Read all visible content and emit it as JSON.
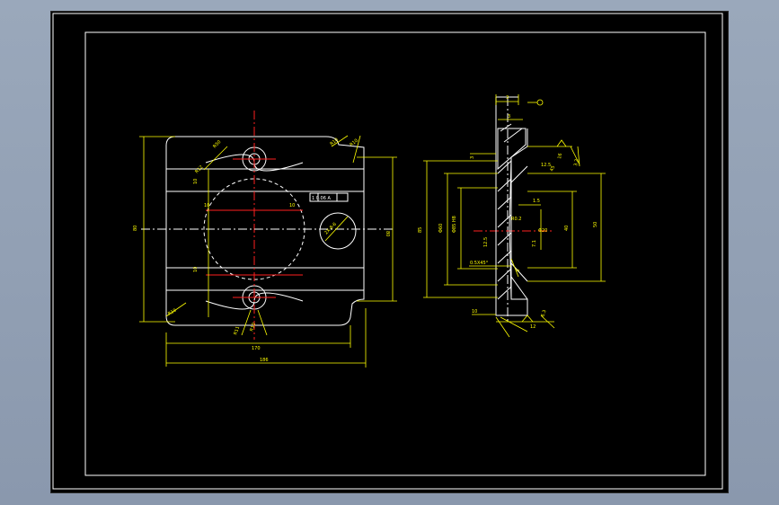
{
  "colors": {
    "outside": "#8e9cb0",
    "sheet": "#000000",
    "outline": "#ffffff",
    "dimension": "#ffff00",
    "centerline": "#ff2020"
  },
  "front_view": {
    "dim_width_inner": "170",
    "dim_width_outer": "186",
    "dim_height_left": "80",
    "dim_height_right": "80",
    "dim_r50": "R50",
    "dim_r10_top": "R10",
    "dim_r10_top2": "R10",
    "dim_r10_bottom": "R10",
    "dim_r11_bottom": "R11",
    "dim_r10_corner": "R10",
    "dim_r12_left": "R12",
    "dim_10_a": "10",
    "dim_10_b": "10",
    "dim_10_c": "10",
    "dim_10_d": "10",
    "dim_0_06": "0.06",
    "tol_box": "1 0.06 A",
    "hole_label": "2X-8-6"
  },
  "section_view": {
    "dim_top": "3",
    "dim_d85": "85",
    "dim_d60": "Φ60",
    "dim_d65": "Φ85 H8",
    "dim_d20": "Φ20",
    "dim_l45": "45",
    "dim_l40": "40",
    "dim_3": "3",
    "dim_3b": "3",
    "dim_1_5": "1.5",
    "dim_r0_2": "R0.2",
    "dim_7_1": "7.1",
    "dim_0_5x45": "0.5X45°",
    "dim_12_5": "12.5",
    "dim_12_5b": "12.5",
    "dim_3_2": "3.2",
    "dim_6_3": "6.3",
    "dim_10": "10",
    "dim_16": "16",
    "dim_12": "12",
    "dim_8": "8",
    "dim_50": "50"
  }
}
